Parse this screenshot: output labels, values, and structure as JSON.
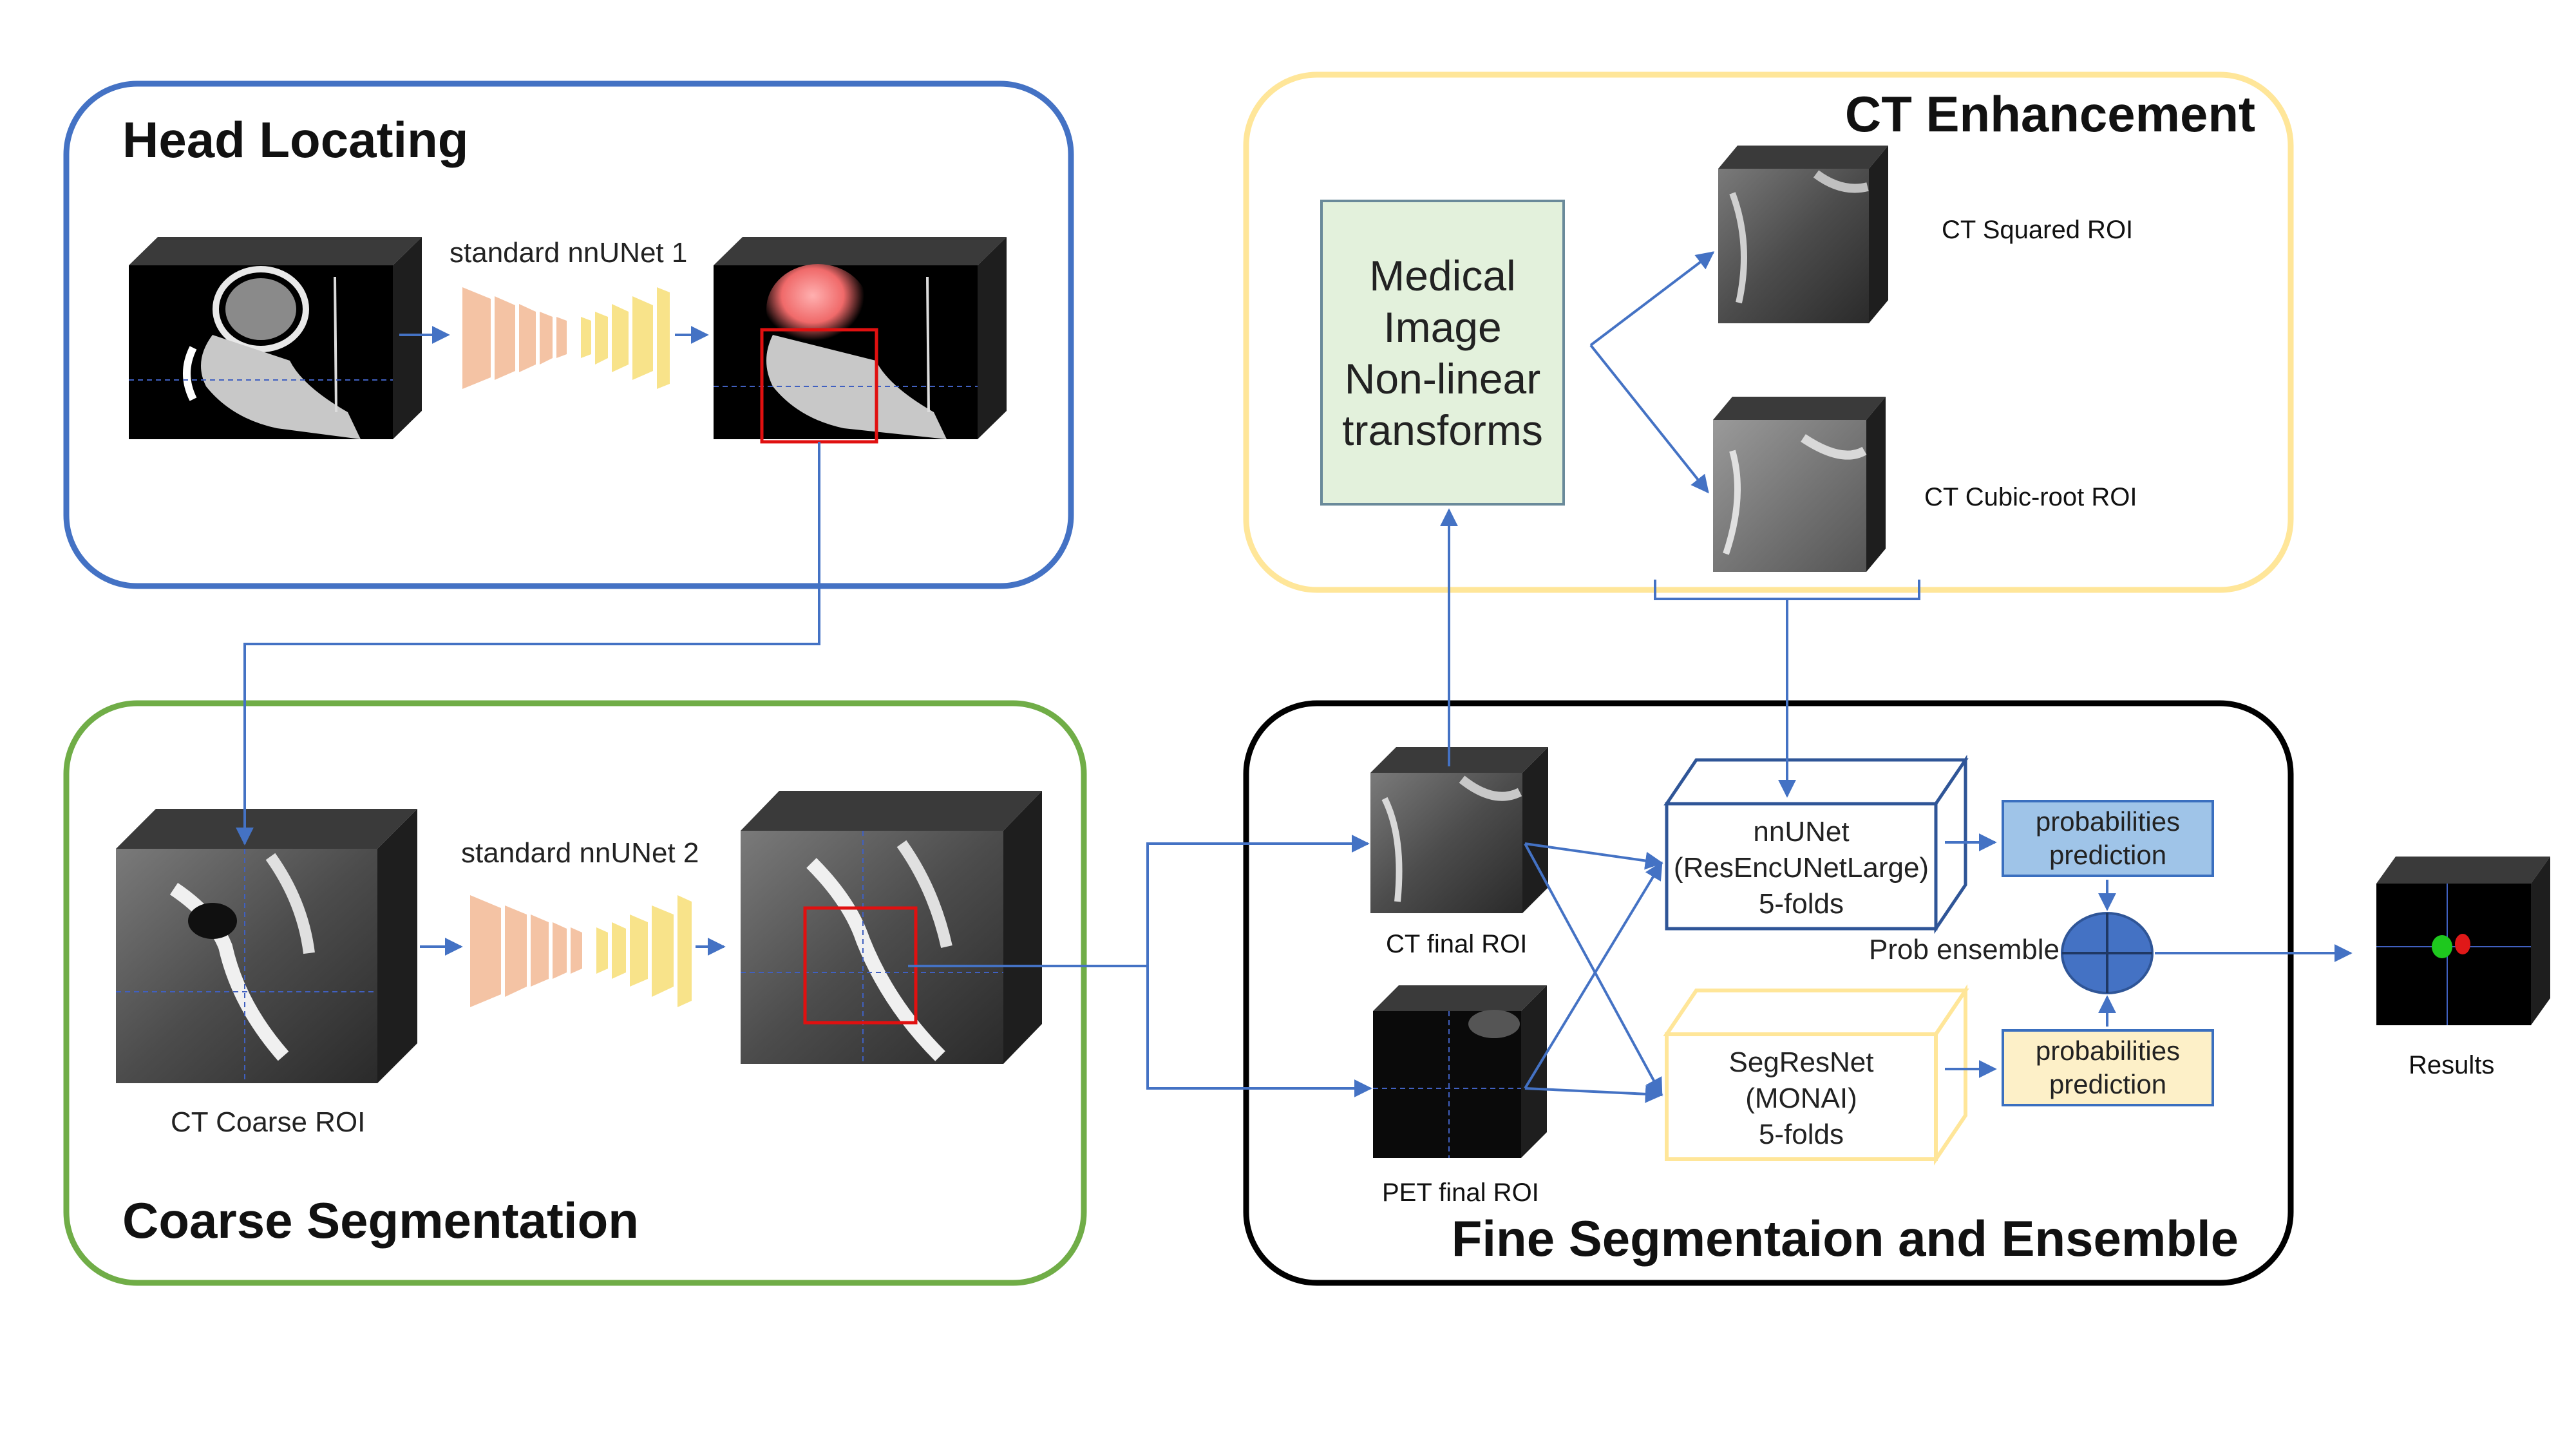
{
  "panels": {
    "head_locating": "Head Locating",
    "ct_enhancement": "CT Enhancement",
    "coarse_segmentation": "Coarse Segmentation",
    "fine_segmentation": "Fine Segmentaion and Ensemble"
  },
  "labels": {
    "nnunet1": "standard nnUNet 1",
    "nnunet2": "standard nnUNet 2",
    "ct_coarse_roi": "CT Coarse ROI",
    "ct_squared_roi": "CT Squared ROI",
    "ct_cubic_roi": "CT Cubic-root ROI",
    "ct_final_roi": "CT final ROI",
    "pet_final_roi": "PET final ROI",
    "prob_ensemble": "Prob ensemble",
    "results": "Results"
  },
  "medical_box": {
    "line1": "Medical",
    "line2": "Image",
    "line3": "Non-linear",
    "line4": "transforms"
  },
  "models": {
    "nnunet": {
      "line1": "nnUNet",
      "line2": "(ResEncUNetLarge)",
      "line3": "5-folds"
    },
    "segresnet": {
      "line1": "SegResNet",
      "line2": "(MONAI)",
      "line3": "5-folds"
    }
  },
  "prob_boxes": {
    "top": {
      "line1": "probabilities",
      "line2": "prediction"
    },
    "bottom": {
      "line1": "probabilities",
      "line2": "prediction"
    }
  },
  "colors": {
    "head_locating_border": "#4472c4",
    "ct_enhancement_border": "#ffe699",
    "coarse_seg_border": "#70ad47",
    "fine_seg_border": "#000000",
    "arrow": "#4472c4",
    "roi_box": "#e01010"
  }
}
